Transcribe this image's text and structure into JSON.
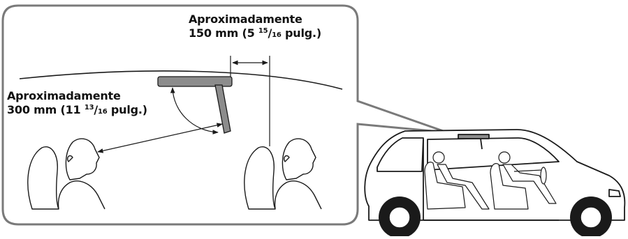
{
  "labels": {
    "distance_150": {
      "line1": "Aproximadamente",
      "line2_main": "150 mm (5 ",
      "line2_sup": "15",
      "line2_slash": "/",
      "line2_sub": "16",
      "line2_end": " pulg.)"
    },
    "distance_300": {
      "line1": "Aproximadamente",
      "line2_main": "300 mm (11 ",
      "line2_sup": "13",
      "line2_slash": "/",
      "line2_sub": "16",
      "line2_end": " pulg.)"
    }
  },
  "colors": {
    "line": "#1a1a1a",
    "callout_border": "#7a7a7a",
    "monitor_fill": "#8c8c8c",
    "tire": "#1a1a1a"
  }
}
